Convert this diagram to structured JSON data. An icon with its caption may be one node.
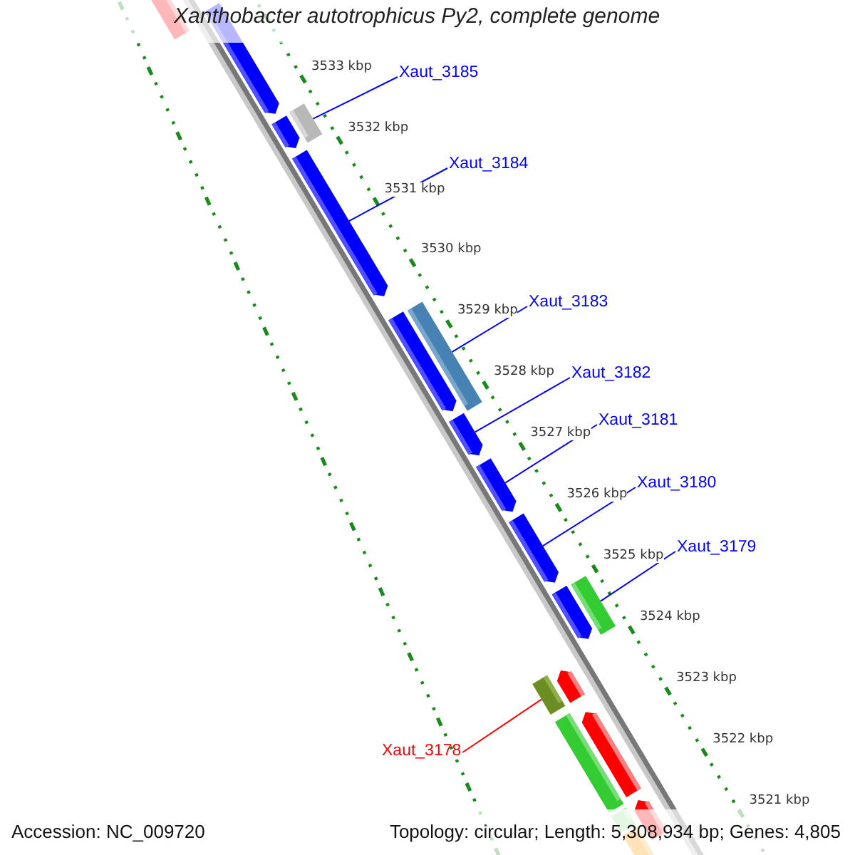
{
  "diagram": {
    "title": "Xanthobacter autotrophicus Py2, complete genome",
    "nodes": [
      {
        "text": [
          "Xaut_3185"
        ]
      },
      {
        "text": [
          "Xaut_3184"
        ]
      },
      {
        "text": [
          "Xaut_3183"
        ]
      },
      {
        "text": [
          "Xaut_3182"
        ]
      },
      {
        "text": [
          "Xaut_3181"
        ]
      },
      {
        "text": [
          "Xaut_3180"
        ]
      },
      {
        "text": [
          "Xaut_3179"
        ]
      },
      {
        "text": [
          "Xaut_3178"
        ]
      },
      {
        "text": [],
        "shape": "bar"
      },
      {
        "text": [],
        "shape": "bar"
      },
      {
        "text": [],
        "shape": "bar"
      },
      {
        "text": [],
        "shape": "bar"
      },
      {
        "text": [],
        "shape": "bar"
      },
      {
        "text": [],
        "shape": "bar"
      },
      {
        "text": [],
        "shape": "bar"
      },
      {
        "text": [],
        "shape": "bar"
      },
      {
        "text": [],
        "shape": "bar"
      },
      {
        "text": [],
        "shape": "bar"
      },
      {
        "text": [],
        "shape": "bar"
      },
      {
        "text": [],
        "shape": "bar"
      },
      {
        "text": [],
        "shape": "bar"
      },
      {
        "text": [],
        "shape": "bar"
      },
      {
        "text": [],
        "shape": "bar"
      },
      {
        "text": [],
        "shape": "bar"
      },
      {
        "text": [],
        "shape": "bar"
      },
      {
        "text": [],
        "shape": "bar"
      },
      {
        "text": [],
        "shape": "bar"
      }
    ],
    "edges": [
      {
        "from": 0,
        "to": 10,
        "arrow": "none"
      },
      {
        "from": 1,
        "to": 12,
        "arrow": "none"
      },
      {
        "from": 2,
        "to": 13,
        "arrow": "none"
      },
      {
        "from": 3,
        "to": 15,
        "arrow": "none"
      },
      {
        "from": 4,
        "to": 16,
        "arrow": "none"
      },
      {
        "from": 5,
        "to": 17,
        "arrow": "none"
      },
      {
        "from": 6,
        "to": 18,
        "arrow": "none"
      },
      {
        "from": 7,
        "to": 20,
        "arrow": "none",
        "color": "#ff0000"
      }
    ],
    "labels": [
      "3533 kbp",
      "3532 kbp",
      "3531 kbp",
      "3530 kbp",
      "3529 kbp",
      "3528 kbp",
      "3527 kbp",
      "3526 kbp",
      "3525 kbp",
      "3524 kbp",
      "3523 kbp",
      "3522 kbp",
      "3521 kbp",
      "Accession: NC_009720",
      "Topology: circular; Length: 5,308,934 bp; Genes: 4,805"
    ]
  }
}
